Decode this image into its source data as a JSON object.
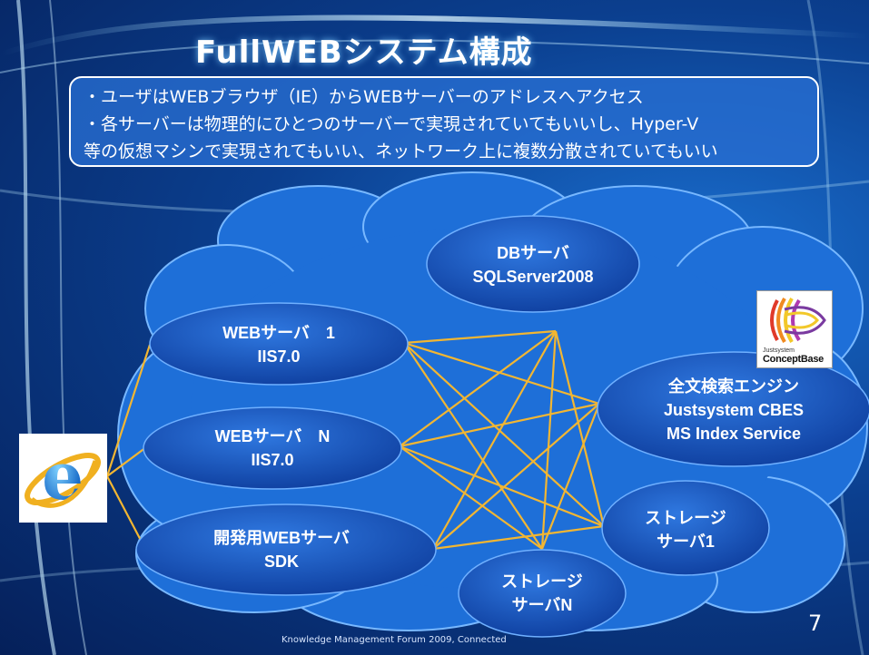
{
  "slide": {
    "title": "FullWEBシステム構成",
    "info_lines": [
      "・ユーザはWEBブラウザ（IE）からWEBサーバーのアドレスへアクセス",
      "・各サーバーは物理的にひとつのサーバーで実現されていてもいいし、Hyper-V",
      "等の仮想マシンで実現されてもいい、ネットワーク上に複数分散されていてもいい"
    ],
    "nodes": {
      "db": {
        "line1": "DBサーバ",
        "line2": "SQLServer2008"
      },
      "web1": {
        "line1": "WEBサーバ　1",
        "line2": "IIS7.0"
      },
      "webn": {
        "line1": "WEBサーバ　N",
        "line2": "IIS7.0"
      },
      "dev": {
        "line1": "開発用WEBサーバ",
        "line2": "SDK"
      },
      "search": {
        "line1": "全文検索エンジン",
        "line2": "Justsystem CBES",
        "line3": "MS Index Service"
      },
      "storage1": {
        "line1": "ストレージ",
        "line2": "サーバ1"
      },
      "storagen": {
        "line1": "ストレージ",
        "line2": "サーバN"
      }
    },
    "logo": {
      "small": "Justsystem",
      "big": "ConceptBase"
    },
    "footer": "Knowledge Management Forum 2009, Connected",
    "page_number": "7"
  },
  "colors": {
    "background": "#0b3f8f",
    "cloud": "#1e6fd8",
    "ellipse": "#1650c0",
    "connector": "#f2b632",
    "text": "#ffffff"
  }
}
